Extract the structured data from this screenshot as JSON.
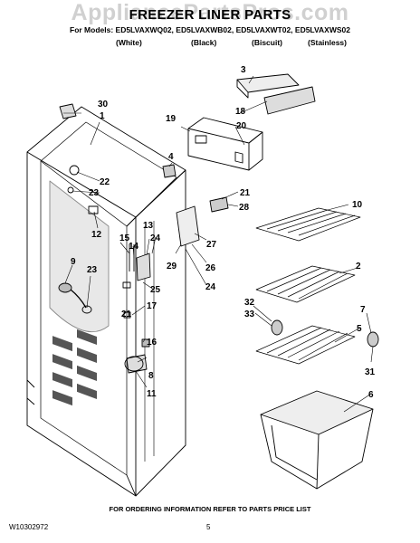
{
  "watermark": "AppliancePartsPros.com",
  "title": "FREEZER LINER PARTS",
  "models_line": "For Models: ED5LVAXWQ02, ED5LVAXWB02, ED5LVAXWT02, ED5LVAXWS02",
  "colors": [
    "(White)",
    "(Black)",
    "(Biscuit)",
    "(Stainless)"
  ],
  "footer": "FOR ORDERING INFORMATION REFER TO PARTS PRICE LIST",
  "doc_number": "W10302972",
  "page_number": "5",
  "callouts": [
    "30",
    "1",
    "22",
    "23",
    "12",
    "9",
    "23",
    "21",
    "16",
    "8",
    "11",
    "15",
    "14",
    "13",
    "24",
    "25",
    "17",
    "4",
    "19",
    "20",
    "18",
    "3",
    "21",
    "28",
    "29",
    "27",
    "26",
    "24",
    "10",
    "2",
    "32",
    "33",
    "7",
    "5",
    "31",
    "6"
  ]
}
